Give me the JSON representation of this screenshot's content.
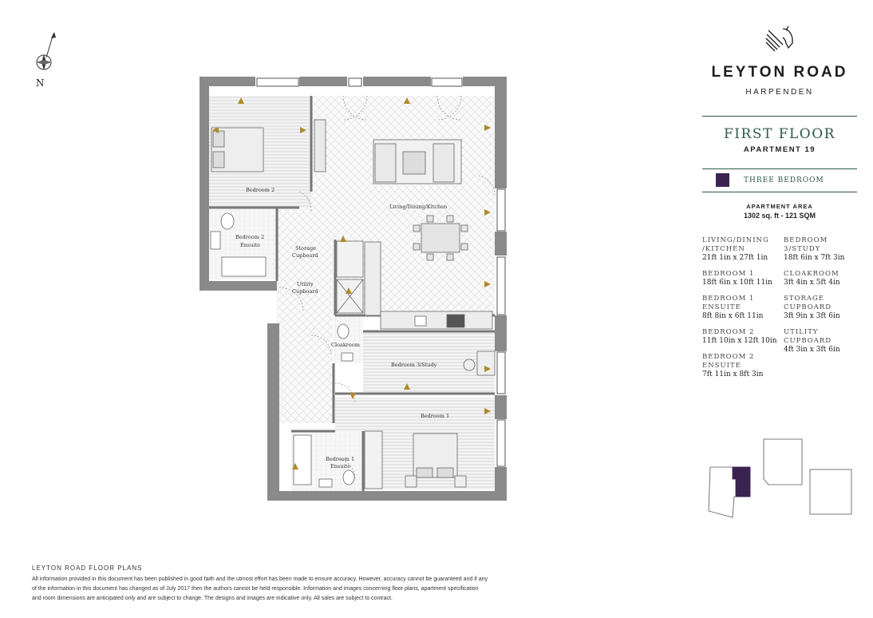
{
  "brand": {
    "name": "LEYTON ROAD",
    "location": "HARPENDEN"
  },
  "floor": {
    "title": "FIRST FLOOR",
    "apartment": "APARTMENT 19"
  },
  "unit_type": {
    "label": "THREE BEDROOM",
    "color": "#3b2350"
  },
  "area": {
    "label": "APARTMENT AREA",
    "value": "1302 sq. ft - 121 SQM"
  },
  "rooms_left": [
    {
      "name": "LIVING/DINING",
      "name2": "/KITCHEN",
      "dim": "21ft 1in x 27ft 1in"
    },
    {
      "name": "BEDROOM 1",
      "name2": "",
      "dim": "18ft 6in x 10ft 11in"
    },
    {
      "name": "BEDROOM 1",
      "name2": "ENSUITE",
      "dim": "8ft 8in x 6ft 11in"
    },
    {
      "name": "BEDROOM 2",
      "name2": "",
      "dim": "11ft 10in x 12ft 10in"
    },
    {
      "name": "BEDROOM 2",
      "name2": "ENSUITE",
      "dim": "7ft 11in x 8ft 3in"
    }
  ],
  "rooms_right": [
    {
      "name": "BEDROOM 3/STUDY",
      "name2": "",
      "dim": "18ft 6in x 7ft 3in"
    },
    {
      "name": "CLOAKROOM",
      "name2": "",
      "dim": "3ft 4in x 5ft 4in"
    },
    {
      "name": "STORAGE",
      "name2": "CUPBOARD",
      "dim": "3ft 9in x 3ft 6in"
    },
    {
      "name": "UTILITY",
      "name2": "CUPBOARD",
      "dim": "4ft 3in x 3ft 6in"
    }
  ],
  "plan_labels": {
    "bedroom2": "Bedroom 2",
    "bedroom2_ensuite_1": "Bedroom 2",
    "bedroom2_ensuite_2": "Ensuite",
    "living": "Living/Dining/Kitchen",
    "storage_1": "Storage",
    "storage_2": "Cupboard",
    "utility_1": "Utility",
    "utility_2": "Cupboard",
    "cloakroom": "Cloakroom",
    "bedroom3": "Bedroom 3/Study",
    "bedroom1": "Bedroom 1",
    "bedroom1_ensuite_1": "Bedroom 1",
    "bedroom1_ensuite_2": "Ensuite"
  },
  "compass": {
    "label": "N"
  },
  "footer": {
    "title": "LEYTON ROAD FLOOR PLANS",
    "line1": "All information provided in this document has been published in good faith and the utmost effort has been made to ensure accuracy. However, accuracy cannot be guaranteed and if any",
    "line2": "of the information in this document has changed as of July 2017 then the authors cannot be held responsible. Information and images concerning floor plans, apartment specification",
    "line3": "and room dimensions are anticipated only and are subject to change. The designs and images are indicative only. All sales are subject to contract."
  },
  "colors": {
    "accent_green": "#2d5a45",
    "wall": "#8a8a8a",
    "arrow": "#b08a2a"
  }
}
